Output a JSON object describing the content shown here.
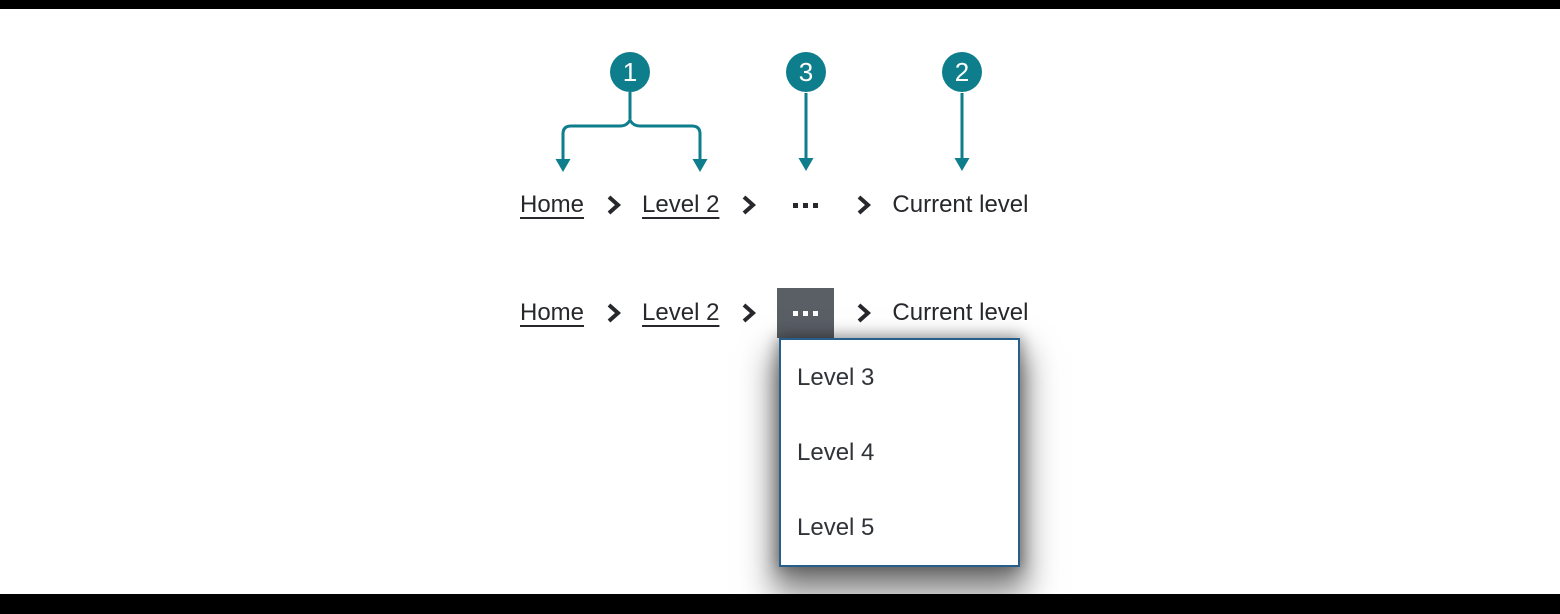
{
  "callouts": {
    "one": "1",
    "two": "2",
    "three": "3"
  },
  "breadcrumb": {
    "home_label": "Home",
    "level2_label": "Level 2",
    "overflow_glyph": "...",
    "current_label": "Current level"
  },
  "overflow_menu": {
    "items": [
      "Level 3",
      "Level 4",
      "Level 5"
    ]
  },
  "colors": {
    "callout_teal": "#0e7e8c",
    "overflow_button_slate": "#5a5f66",
    "menu_border_blue": "#265e8c",
    "breadcrumb_text": "#26282c"
  }
}
